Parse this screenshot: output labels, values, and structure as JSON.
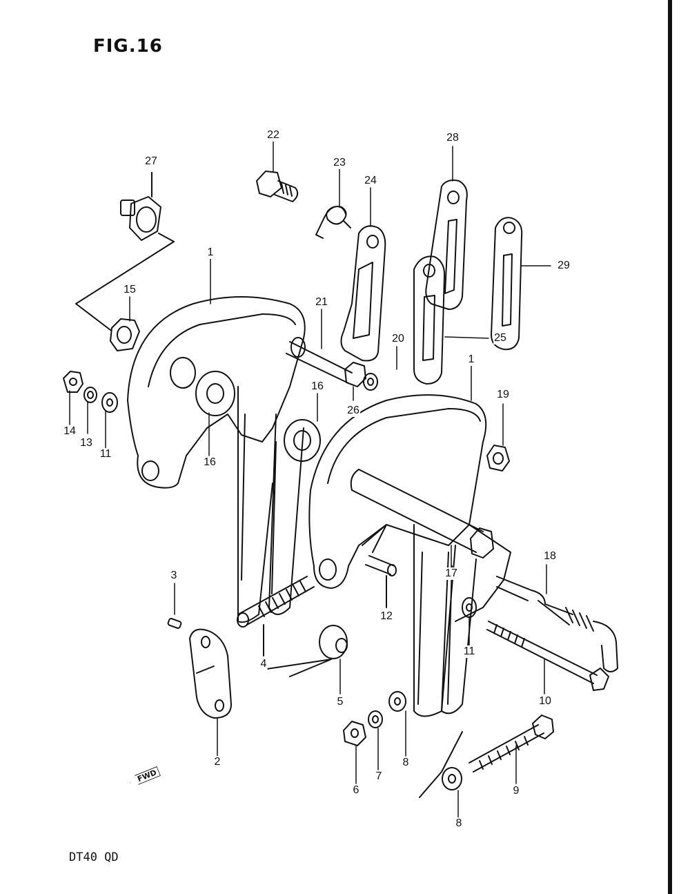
{
  "title": "FIG.16",
  "model": "DT40 QD",
  "fwd_mark": "FWD",
  "callouts": {
    "c27": "27",
    "c22": "22",
    "c23": "23",
    "c28": "28",
    "c24": "24",
    "c1a": "1",
    "c29": "29",
    "c15": "15",
    "c21": "21",
    "c25": "25",
    "c20": "20",
    "c1b": "1",
    "c16a": "16",
    "c19": "19",
    "c14": "14",
    "c13": "13",
    "c11a": "11",
    "c16b": "16",
    "c26": "26",
    "c18": "18",
    "c17": "17",
    "c3": "3",
    "c12": "12",
    "c11b": "11",
    "c4": "4",
    "c10": "10",
    "c5": "5",
    "c2": "2",
    "c8a": "8",
    "c7": "7",
    "c6": "6",
    "c9": "9",
    "c8b": "8"
  }
}
